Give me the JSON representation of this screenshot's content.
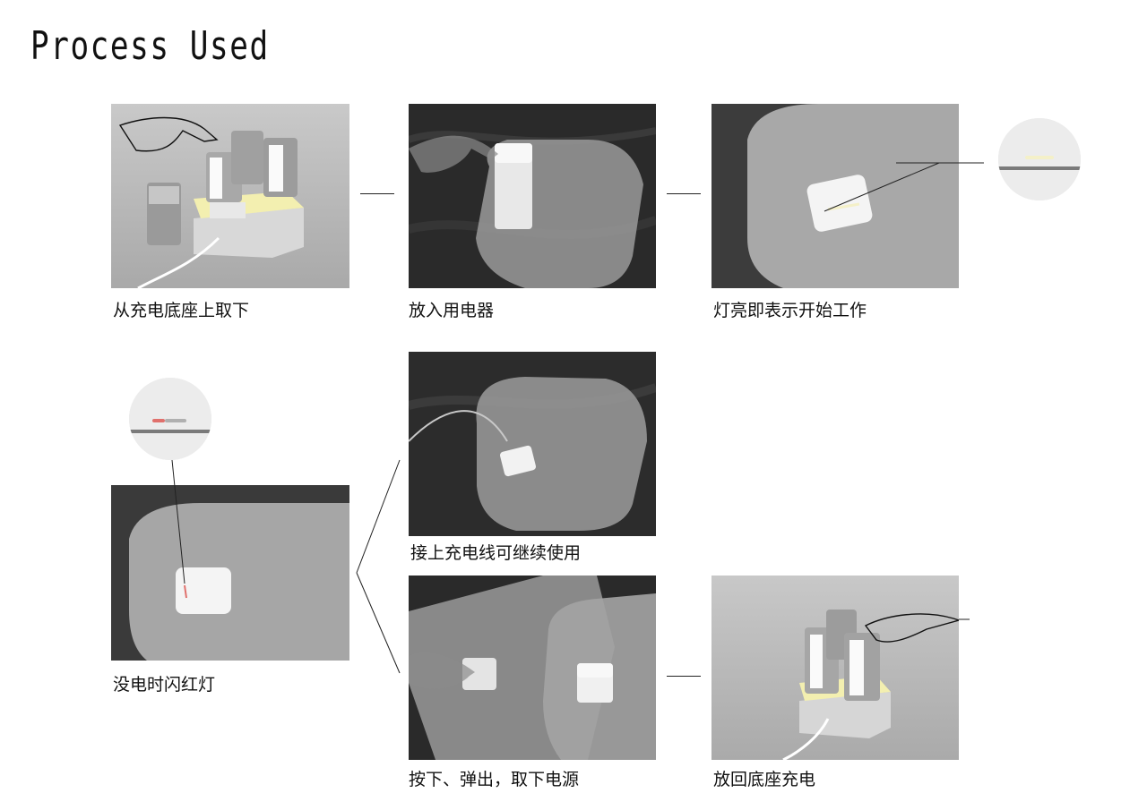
{
  "page": {
    "title": "Process Used"
  },
  "steps": [
    {
      "caption": "从充电底座上取下"
    },
    {
      "caption": "放入用电器"
    },
    {
      "caption": "灯亮即表示开始工作"
    },
    {
      "caption": "没电时闪红灯"
    },
    {
      "caption": "接上充电线可继续使用"
    },
    {
      "caption": "按下、弹出，取下电源"
    },
    {
      "caption": "放回底座充电"
    }
  ],
  "colors": {
    "indicator_on": "#f4f0c8",
    "indicator_low": "#e0706c",
    "base_glow": "#f3efb0"
  }
}
